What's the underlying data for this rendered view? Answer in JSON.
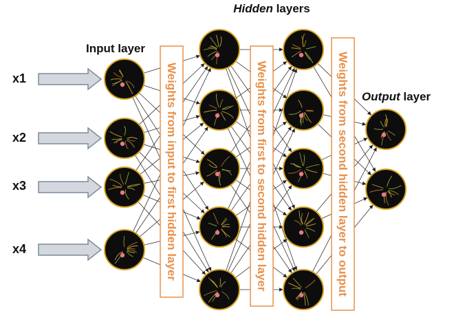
{
  "labels": {
    "hidden_title_italic": "Hidden",
    "hidden_title_rest": " layers",
    "input_layer": "Input layer",
    "output_title_italic": "Output",
    "output_title_rest": " layer"
  },
  "inputs": [
    "x1",
    "x2",
    "x3",
    "x4"
  ],
  "weight_boxes": {
    "input_to_first": "Weights from input to first hidden layer",
    "first_to_second": "Weights from first to second hidden layer",
    "second_to_output": "Weights from second hidden layer to output"
  },
  "layers": {
    "input_count": 4,
    "hidden1_count": 5,
    "hidden2_count": 5,
    "output_count": 2
  },
  "colors": {
    "weight_text": "#E8914A",
    "box_border": "#E8914A",
    "neuron_fill": "#0d0d0d",
    "neuron_ring": "#D9A520",
    "arrow_fill": "#D4D8DE",
    "arrow_stroke": "#7A8A9A"
  },
  "icons": {
    "neuron": "neuron-icon",
    "input_arrow": "arrow-right-icon"
  }
}
